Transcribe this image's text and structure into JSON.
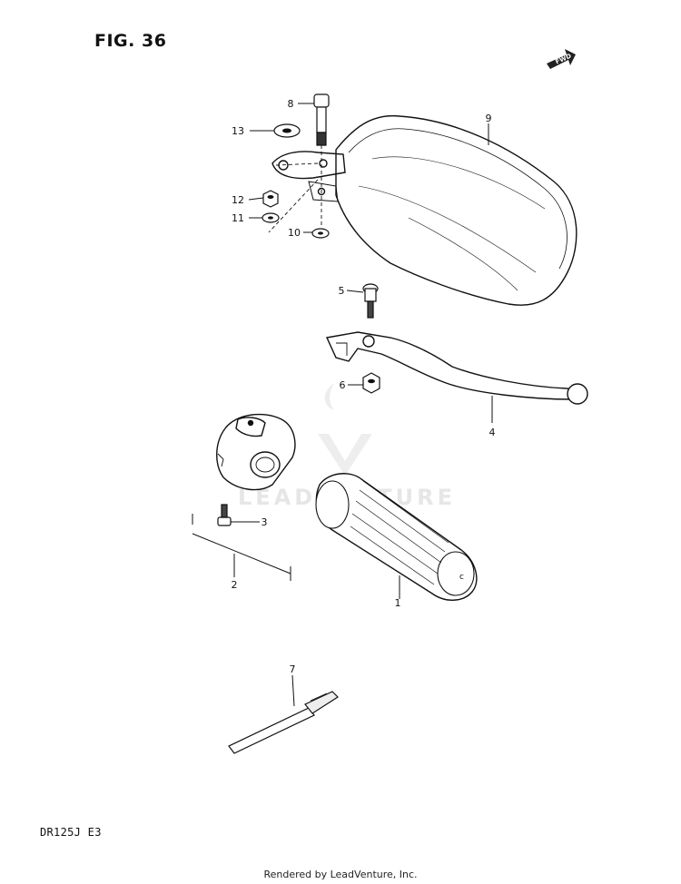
{
  "figure": {
    "title": "FIG. 36",
    "model_code": "DR125J E3"
  },
  "direction_badge": {
    "label": "FWD"
  },
  "watermark": {
    "text": "LEADVENTURE"
  },
  "footer": {
    "text": "Rendered by LeadVenture, Inc."
  },
  "callouts": [
    {
      "number": "1",
      "part": "grip"
    },
    {
      "number": "2",
      "part": "switch-housing-assembly"
    },
    {
      "number": "3",
      "part": "screw"
    },
    {
      "number": "4",
      "part": "lever"
    },
    {
      "number": "5",
      "part": "bolt"
    },
    {
      "number": "6",
      "part": "nut"
    },
    {
      "number": "7",
      "part": "band"
    },
    {
      "number": "8",
      "part": "bolt"
    },
    {
      "number": "9",
      "part": "hand-guard"
    },
    {
      "number": "10",
      "part": "washer"
    },
    {
      "number": "11",
      "part": "washer"
    },
    {
      "number": "12",
      "part": "nut"
    },
    {
      "number": "13",
      "part": "washer"
    }
  ]
}
